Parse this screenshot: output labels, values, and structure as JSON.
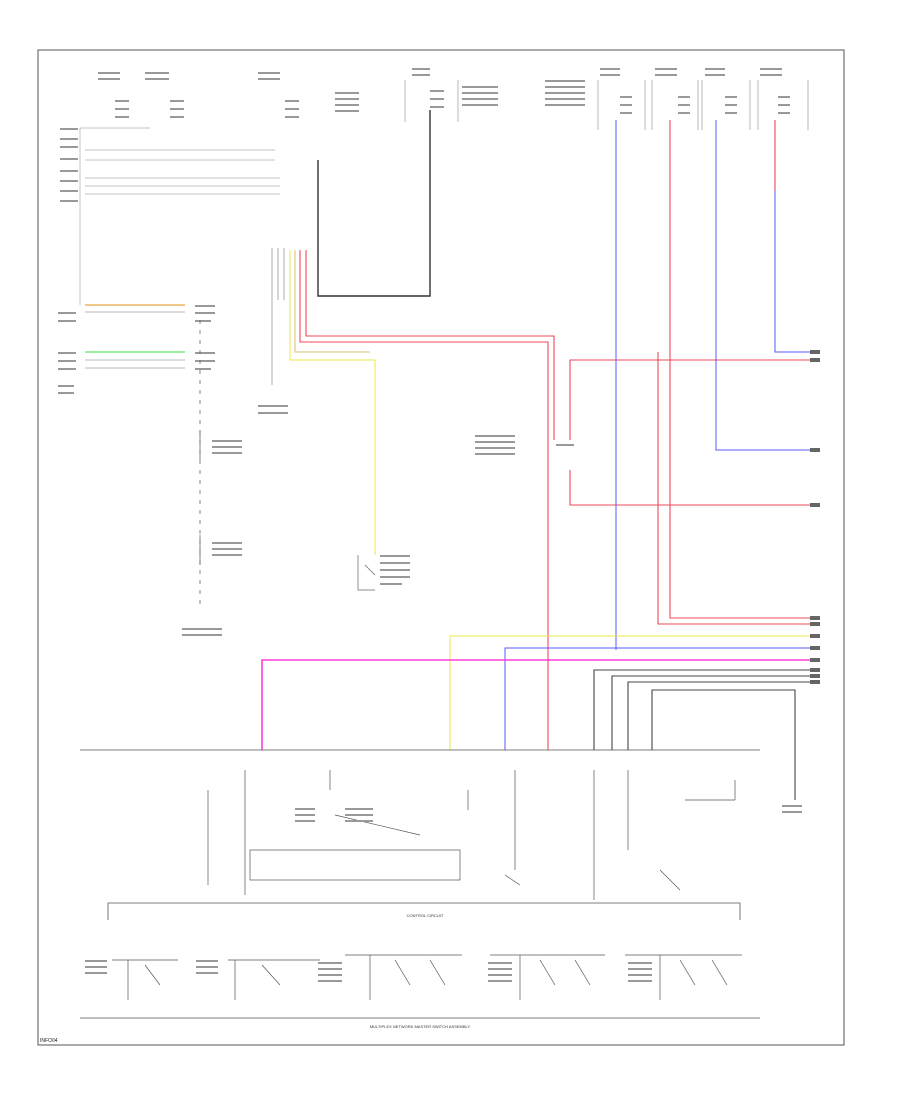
{
  "diagram": {
    "control_circuit_label": "CONTROL CIRCUIT",
    "assembly_label": "MULTIPLEX NETWORK MASTER SWITCH ASSEMBLY",
    "page_ref": "INFO04"
  },
  "colors": {
    "frame": "#555555",
    "wire_black": "#333333",
    "wire_red": "#f04a5a",
    "wire_pink": "#ff3dd8",
    "wire_blue": "#5a5aff",
    "wire_yellow": "#e8e84a",
    "wire_orange": "#e8a64a",
    "wire_green": "#5fe85f",
    "wire_gray": "#888888",
    "wire_tan": "#d8c07a"
  }
}
